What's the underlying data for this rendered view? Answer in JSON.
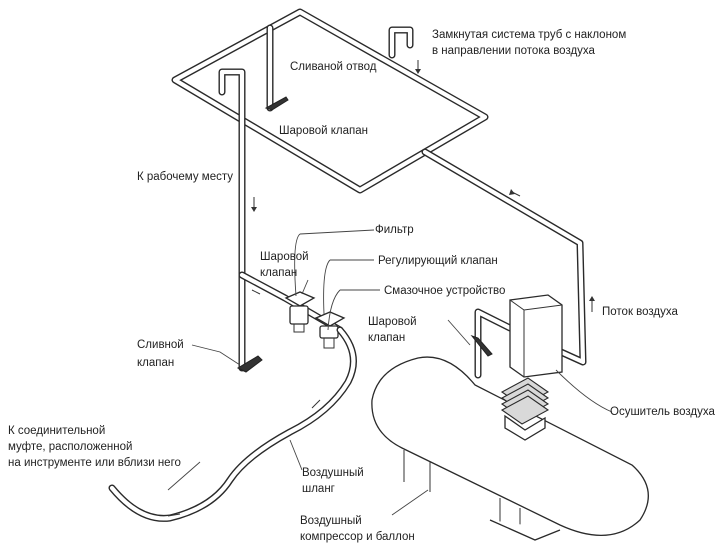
{
  "labels": {
    "closed_loop_line1": "Замкнутая система труб с наклоном",
    "closed_loop_line2": "в направлении потока воздуха",
    "drain_branch": "Сливаной отвод",
    "ball_valve_top": "Шаровой клапан",
    "to_workplace": "К рабочему месту",
    "filter": "Фильтр",
    "ball_valve_mid_line1": "Шаровой",
    "ball_valve_mid_line2": "клапан",
    "regulating_valve": "Регулирующий клапан",
    "lubricator": "Смазочное устройство",
    "air_flow": "Поток воздуха",
    "ball_valve_right_line1": "Шаровой",
    "ball_valve_right_line2": "клапан",
    "drain_valve_line1": "Сливной",
    "drain_valve_line2": "клапан",
    "air_dryer": "Осушитель воздуха",
    "coupling_line1": "К соединительной",
    "coupling_line2": "муфте, расположенной",
    "coupling_line3": "на инструменте или вблизи него",
    "air_hose_line1": "Воздушный",
    "air_hose_line2": "шланг",
    "compressor_line1": "Воздушный",
    "compressor_line2": "компрессор и баллон"
  },
  "colors": {
    "line": "#2a2a2a",
    "text": "#222222",
    "background": "#ffffff"
  }
}
